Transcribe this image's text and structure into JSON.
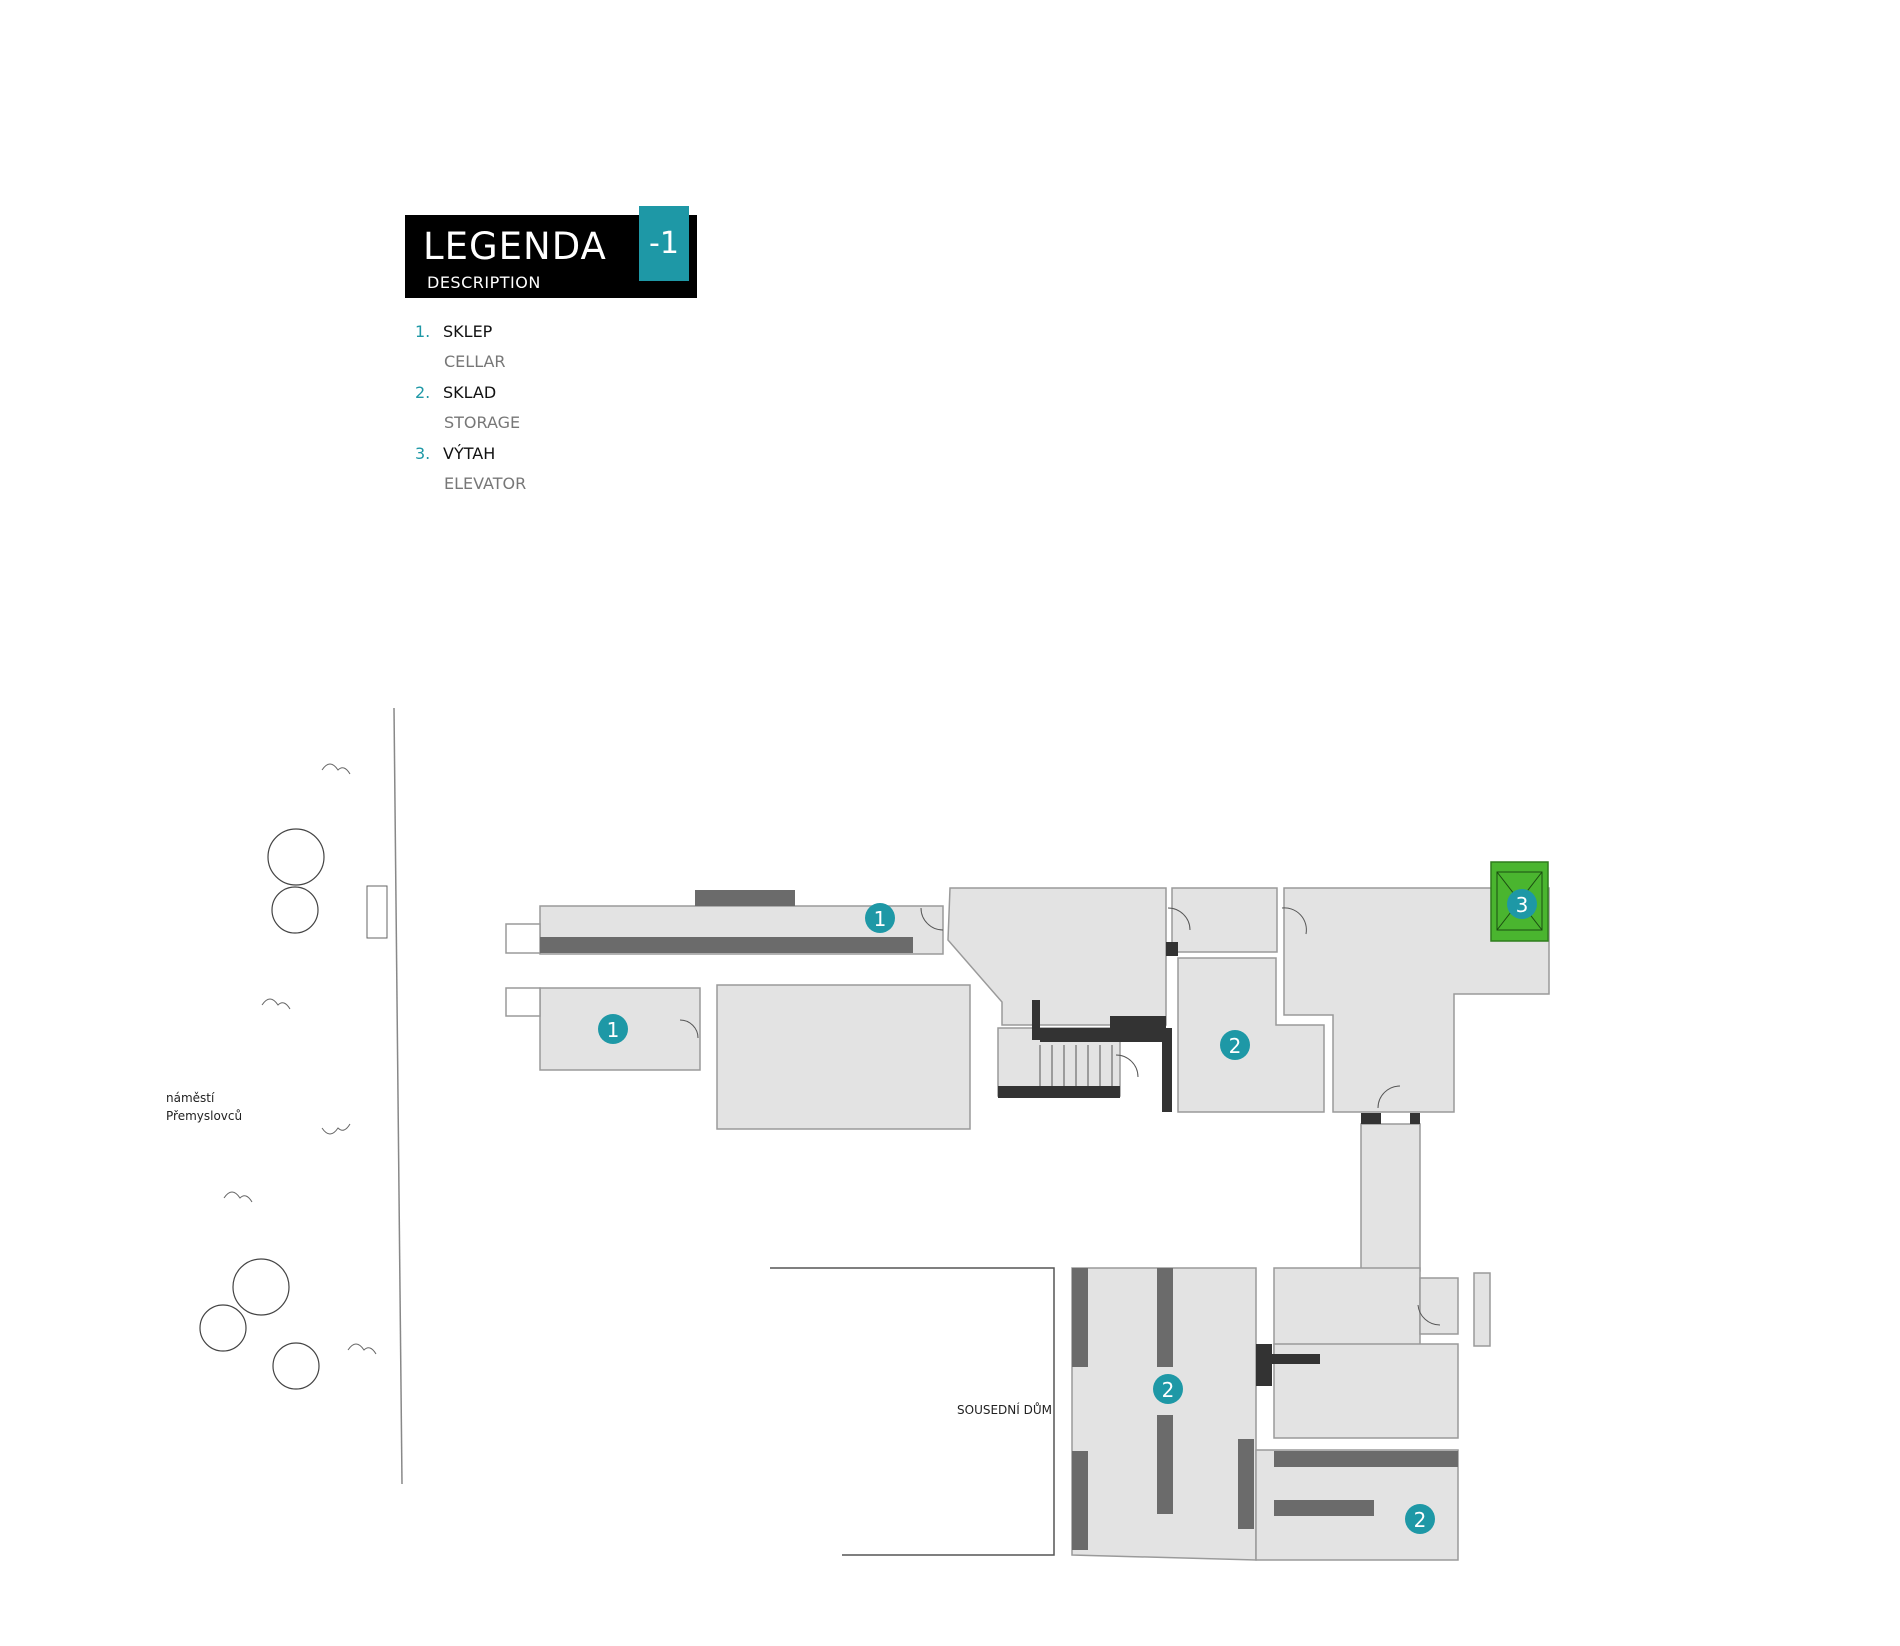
{
  "legend": {
    "title": "LEGENDA",
    "subtitle": "DESCRIPTION",
    "floor": "-1",
    "items": [
      {
        "num": "1.",
        "cz": "SKLEP",
        "en": "CELLAR"
      },
      {
        "num": "2.",
        "cz": "SKLAD",
        "en": "STORAGE"
      },
      {
        "num": "3.",
        "cz": "VÝTAH",
        "en": "ELEVATOR"
      }
    ]
  },
  "map": {
    "square_label_line1": "náměstí",
    "square_label_line2": "Přemyslovců",
    "neighbor_label": "SOUSEDNÍ DŮM",
    "markers": {
      "cellar": "1",
      "storage": "2",
      "elevator": "3"
    }
  },
  "colors": {
    "accent": "#1e98a6",
    "room_fill": "#e3e3e3",
    "room_stroke": "#9a9a9a",
    "shelf": "#6b6b6b",
    "wall": "#333333",
    "elevator": "#4ab52f"
  }
}
